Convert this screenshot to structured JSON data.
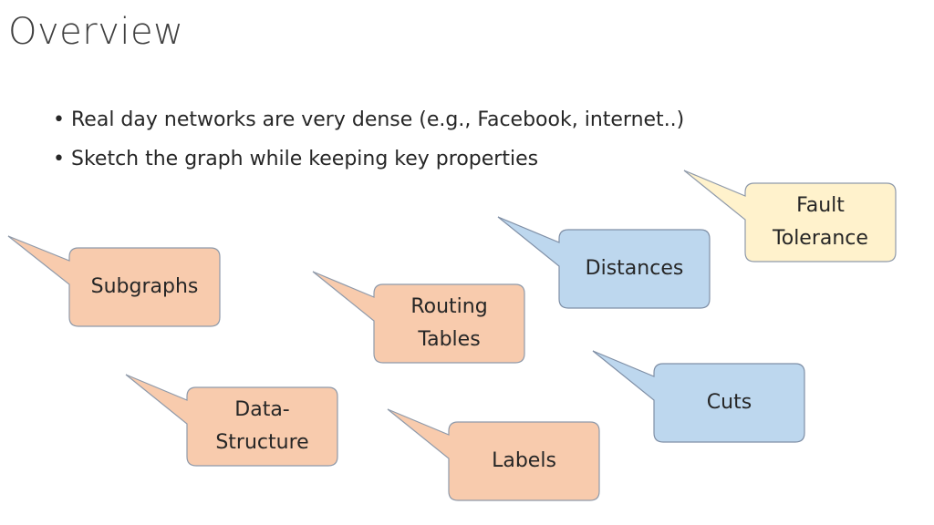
{
  "slide": {
    "title": "Overview",
    "bullets": [
      "Real day networks are very dense (e.g., Facebook, internet..)",
      "Sketch the graph while keeping key properties"
    ]
  },
  "callouts": [
    {
      "id": "subgraphs",
      "label": "Subgraphs",
      "style": "orange"
    },
    {
      "id": "routing-tables",
      "label": "Routing\nTables",
      "style": "orange"
    },
    {
      "id": "data-structure",
      "label": "Data-\nStructure",
      "style": "orange"
    },
    {
      "id": "labels",
      "label": "Labels",
      "style": "orange"
    },
    {
      "id": "distances",
      "label": "Distances",
      "style": "blue"
    },
    {
      "id": "cuts",
      "label": "Cuts",
      "style": "blue"
    },
    {
      "id": "fault-tolerance",
      "label": "Fault\nTolerance",
      "style": "yellow"
    }
  ],
  "colors": {
    "orange": {
      "fill": "#f8cbad",
      "stroke": "#8f9aaa"
    },
    "blue": {
      "fill": "#bdd7ee",
      "stroke": "#7f8fa6"
    },
    "yellow": {
      "fill": "#fff2cc",
      "stroke": "#8f9aaa"
    }
  }
}
